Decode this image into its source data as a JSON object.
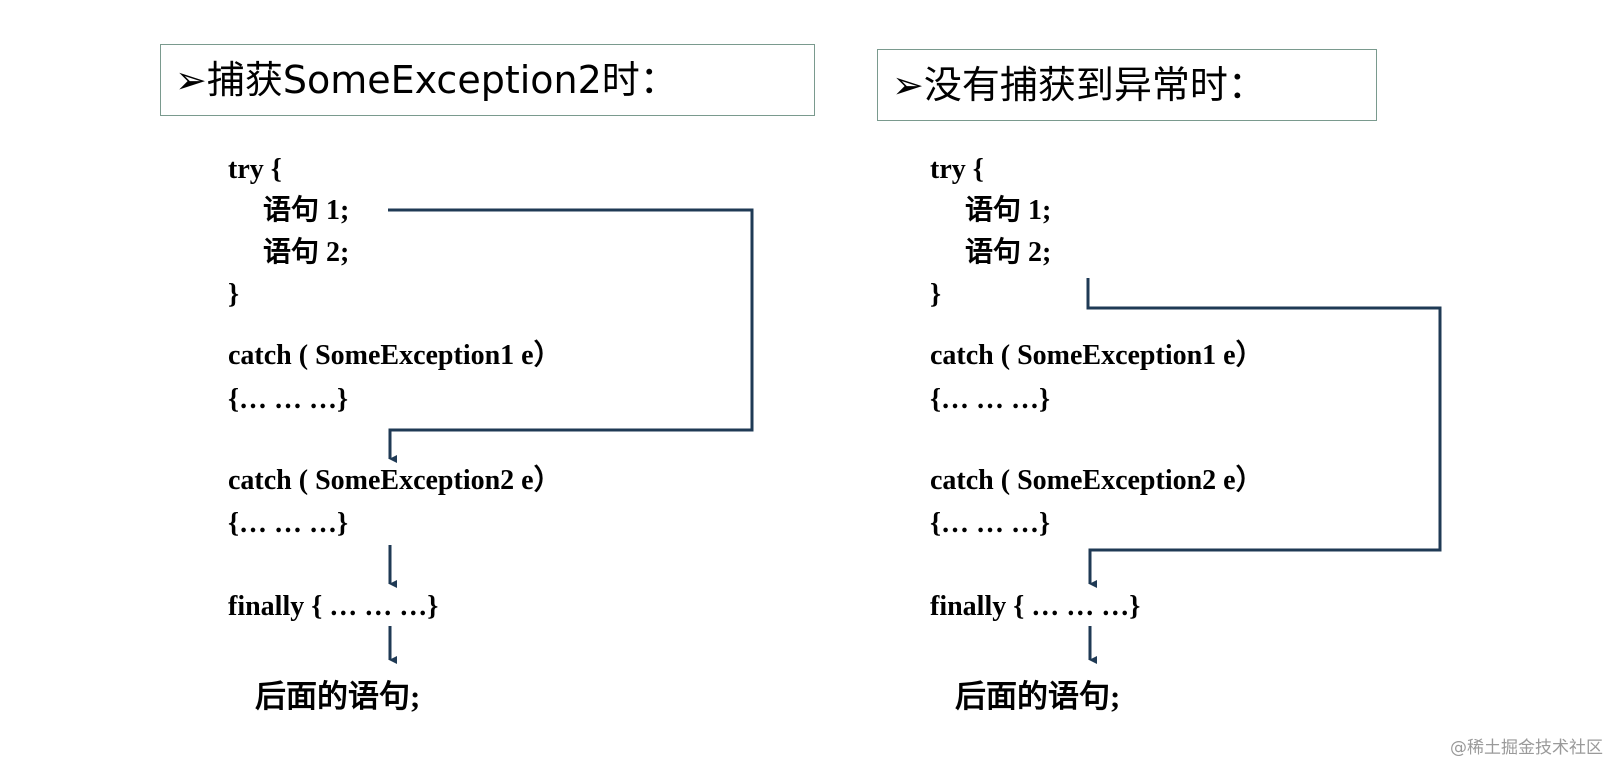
{
  "left_panel": {
    "header": "➢捕获SomeException2时：",
    "lines": {
      "try_open": "try {",
      "stmt1": "语句 1;",
      "stmt2": "语句 2;",
      "try_close": "}",
      "catch1": "catch ( SomeException1 e）",
      "catch1_body": "{… … …}",
      "catch2": "catch ( SomeException2 e）",
      "catch2_body": "{… … …}",
      "finally": "finally { … … …}",
      "after": "后面的语句;"
    }
  },
  "right_panel": {
    "header": "➢没有捕获到异常时：",
    "lines": {
      "try_open": "try {",
      "stmt1": "语句 1;",
      "stmt2": "语句 2;",
      "try_close": "}",
      "catch1": "catch ( SomeException1 e）",
      "catch1_body": "{… … …}",
      "catch2": "catch ( SomeException2 e）",
      "catch2_body": "{… … …}",
      "finally": "finally { … … …}",
      "after": "后面的语句;"
    }
  },
  "watermark": "@稀土掘金技术社区",
  "colors": {
    "flow_line": "#1f3a55",
    "header_border": "#7a9a8e"
  }
}
